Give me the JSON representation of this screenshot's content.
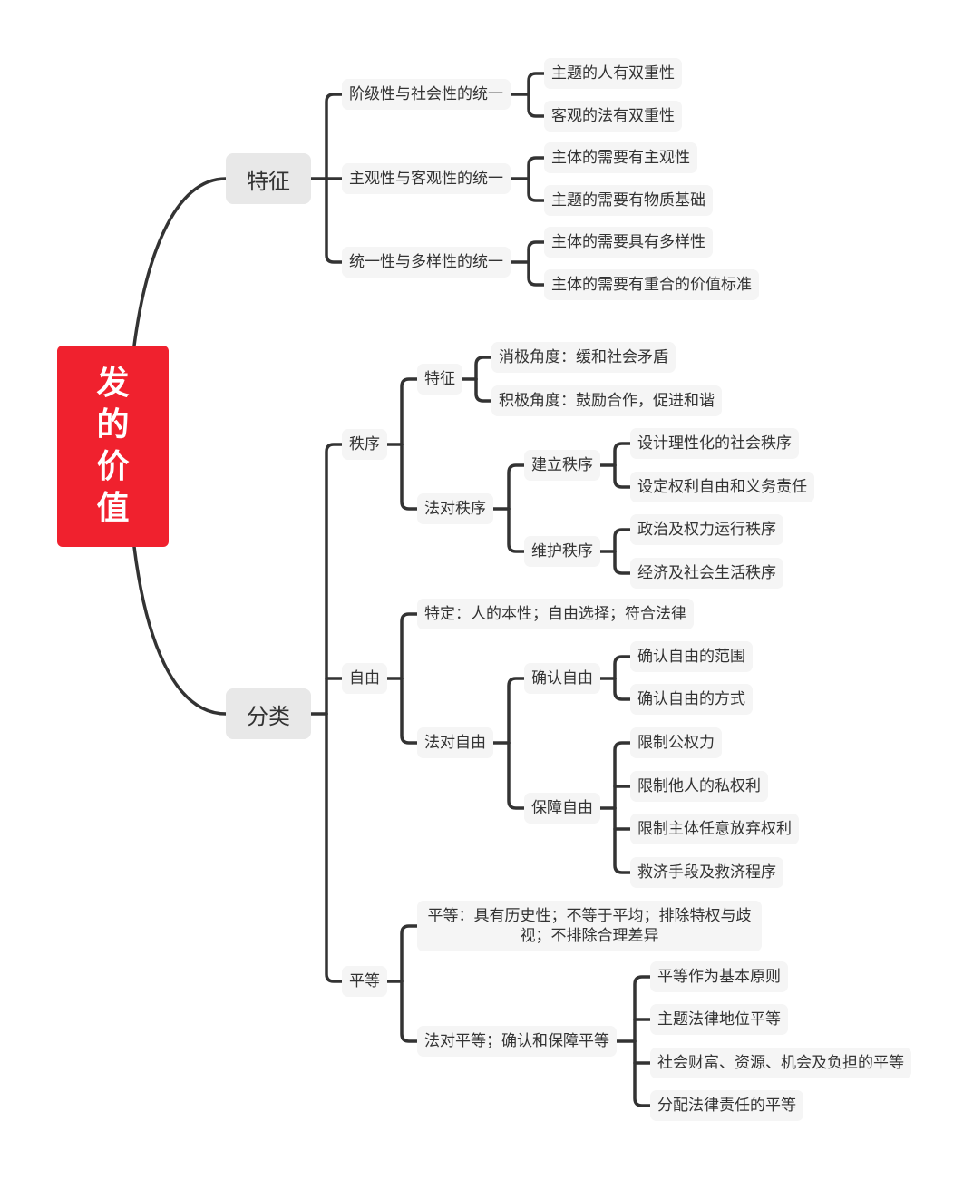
{
  "root": {
    "chars": [
      "发",
      "的",
      "价",
      "值"
    ]
  },
  "characteristics": {
    "label": "特征",
    "items": [
      {
        "label": "阶级性与社会性的统一",
        "children": [
          "主题的人有双重性",
          "客观的法有双重性"
        ]
      },
      {
        "label": "主观性与客观性的统一",
        "children": [
          "主体的需要有主观性",
          "主题的需要有物质基础"
        ]
      },
      {
        "label": "统一性与多样性的统一",
        "children": [
          "主体的需要具有多样性",
          "主体的需要有重合的价值标准"
        ]
      }
    ]
  },
  "categories": {
    "label": "分类",
    "order": {
      "label": "秩序",
      "feature": {
        "label": "特征",
        "children": [
          "消极角度：缓和社会矛盾",
          "积极角度：鼓励合作，促进和谐"
        ]
      },
      "law": {
        "label": "法对秩序",
        "establish": {
          "label": "建立秩序",
          "children": [
            "设计理性化的社会秩序",
            "设定权利自由和义务责任"
          ]
        },
        "maintain": {
          "label": "维护秩序",
          "children": [
            "政治及权力运行秩序",
            "经济及社会生活秩序"
          ]
        }
      }
    },
    "freedom": {
      "label": "自由",
      "definition": "特定：人的本性；自由选择；符合法律",
      "law": {
        "label": "法对自由",
        "confirm": {
          "label": "确认自由",
          "children": [
            "确认自由的范围",
            "确认自由的方式"
          ]
        },
        "protect": {
          "label": "保障自由",
          "children": [
            "限制公权力",
            "限制他人的私权利",
            "限制主体任意放弃权利",
            "救济手段及救济程序"
          ]
        }
      }
    },
    "equality": {
      "label": "平等",
      "definition": "平等：具有历史性；不等于平均；排除特权与歧视；不排除合理差异",
      "law": {
        "label": "法对平等；确认和保障平等",
        "children": [
          "平等作为基本原则",
          "主题法律地位平等",
          "社会财富、资源、机会及负担的平等",
          "分配法律责任的平等"
        ]
      }
    }
  },
  "colors": {
    "root": "#f0212e",
    "line": "#333333",
    "node_bg": "#f5f5f5",
    "l1_bg": "#e8e8e8"
  }
}
